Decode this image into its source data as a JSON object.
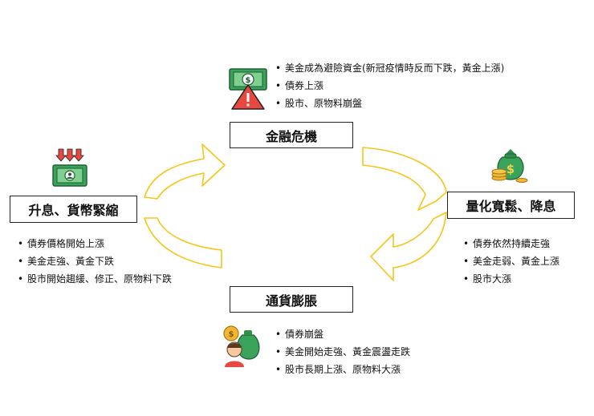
{
  "nodes": {
    "top": "金融危機",
    "right": "量化寬鬆、降息",
    "bottom": "通貨膨脹",
    "left": "升息、貨幣緊縮"
  },
  "lists": {
    "top": [
      "美金成為避險資金(新冠疫情時反而下跌，黃金上漲)",
      "債券上漲",
      "股市、原物料崩盤"
    ],
    "right": [
      "債券依然持續走強",
      "美金走弱、黃金上漲",
      "股市大漲"
    ],
    "bottom": [
      "債券崩盤",
      "美金開始走強、黃金震盪走跌",
      "股市長期上漲、原物料大漲"
    ],
    "left": [
      "債券價格開始上漲",
      "美金走強、黃金下跌",
      "股市開始趨緩、修正、原物料下跌"
    ]
  },
  "icons": {
    "top": "money-warning-icon",
    "right": "coins-money-bag-icon",
    "bottom": "person-money-bag-icon",
    "left": "money-down-arrows-icon"
  },
  "colors": {
    "arrow": "#f5c518",
    "money_green": "#3aa35b",
    "warning_red": "#e8473f",
    "coin_gold": "#f2b630"
  }
}
